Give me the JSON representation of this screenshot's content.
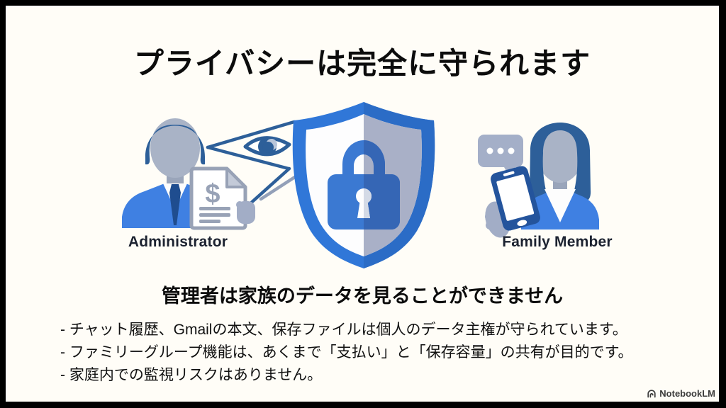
{
  "slide": {
    "title": "プライバシーは完全に守られます",
    "subtitle": "管理者は家族のデータを見ることができません",
    "bullets": [
      "- チャット履歴、Gmailの本文、保存ファイルは個人のデータ主権が守られています。",
      "- ファミリーグループ機能は、あくまで「支払い」と「保存容量」の共有が目的です。",
      "- 家庭内での監視リスクはありません。"
    ],
    "diagram": {
      "admin_label": "Administrator",
      "family_label": "Family Member",
      "document_symbol": "$"
    },
    "footer": {
      "brand": "NotebookLM"
    },
    "colors": {
      "primary_blue": "#3f80e2",
      "dark_blue": "#2d5f99",
      "navy": "#1f4d8f",
      "gray_blue": "#a9b3c6",
      "shield_border": "#3077d8",
      "shield_inner_right": "#a9b0c7",
      "lock_blue": "#3b79d2",
      "background": "#fffdf7",
      "text": "#111111"
    }
  }
}
